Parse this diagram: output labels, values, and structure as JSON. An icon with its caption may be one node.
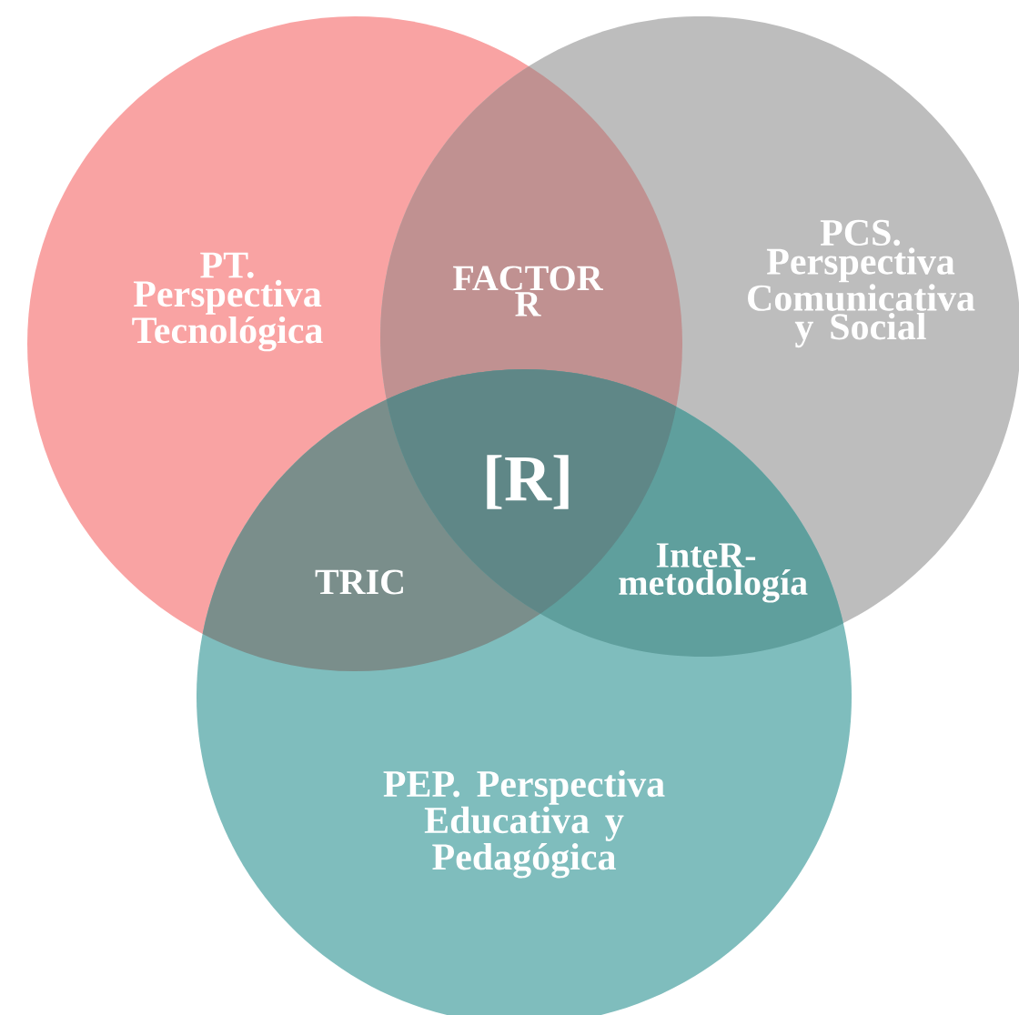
{
  "diagram": {
    "nodes": [
      {
        "text": [
          "PT. Perspectiva Tecnológica"
        ]
      },
      {
        "text": [
          "PCS. Perspectiva Comunicativa y Social"
        ]
      },
      {
        "text": [
          "PEP. Perspectiva Educativa y Pedagógica"
        ]
      }
    ],
    "labels": [
      "FACTOR R",
      "[R]",
      "TRIC",
      "InteR-metodología"
    ]
  }
}
